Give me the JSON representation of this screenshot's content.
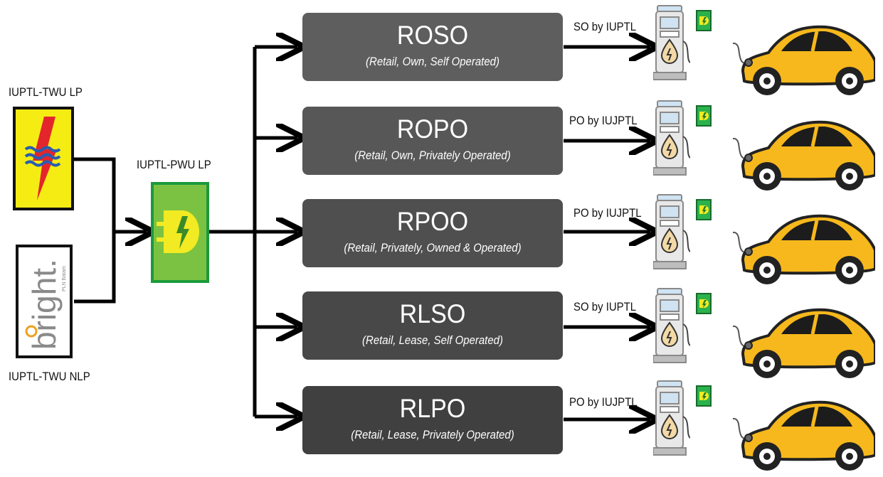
{
  "sources": {
    "pln_label": "IUPTL-TWU LP",
    "bright_label": "IUPTL-TWU NLP",
    "pwu_label": "IUPTL-PWU LP",
    "bright_logo_text": "bright.",
    "bright_logo_sub": "PLN Batam"
  },
  "schemes": [
    {
      "code": "ROSO",
      "desc": "(Retail, Own, Self Operated)",
      "operator": "SO by IUPTL",
      "color": "#5e5e5e"
    },
    {
      "code": "ROPO",
      "desc": "(Retail, Own, Privately Operated)",
      "operator": "PO by IUJPTL",
      "color": "#575757"
    },
    {
      "code": "RPOO",
      "desc": "(Retail, Privately, Owned & Operated)",
      "operator": "PO by IUJPTL",
      "color": "#4f4f4f"
    },
    {
      "code": "RLSO",
      "desc": "(Retail, Lease, Self Operated)",
      "operator": "SO by IUPTL",
      "color": "#484848"
    },
    {
      "code": "RLPO",
      "desc": "(Retail, Lease, Privately Operated)",
      "operator": "PO by IUJPTL",
      "color": "#404040"
    }
  ],
  "colors": {
    "pln_yellow": "#f5ec13",
    "pwu_green": "#7cc242",
    "car_yellow": "#f6b81c",
    "charger_blue": "#cfe3f2"
  }
}
